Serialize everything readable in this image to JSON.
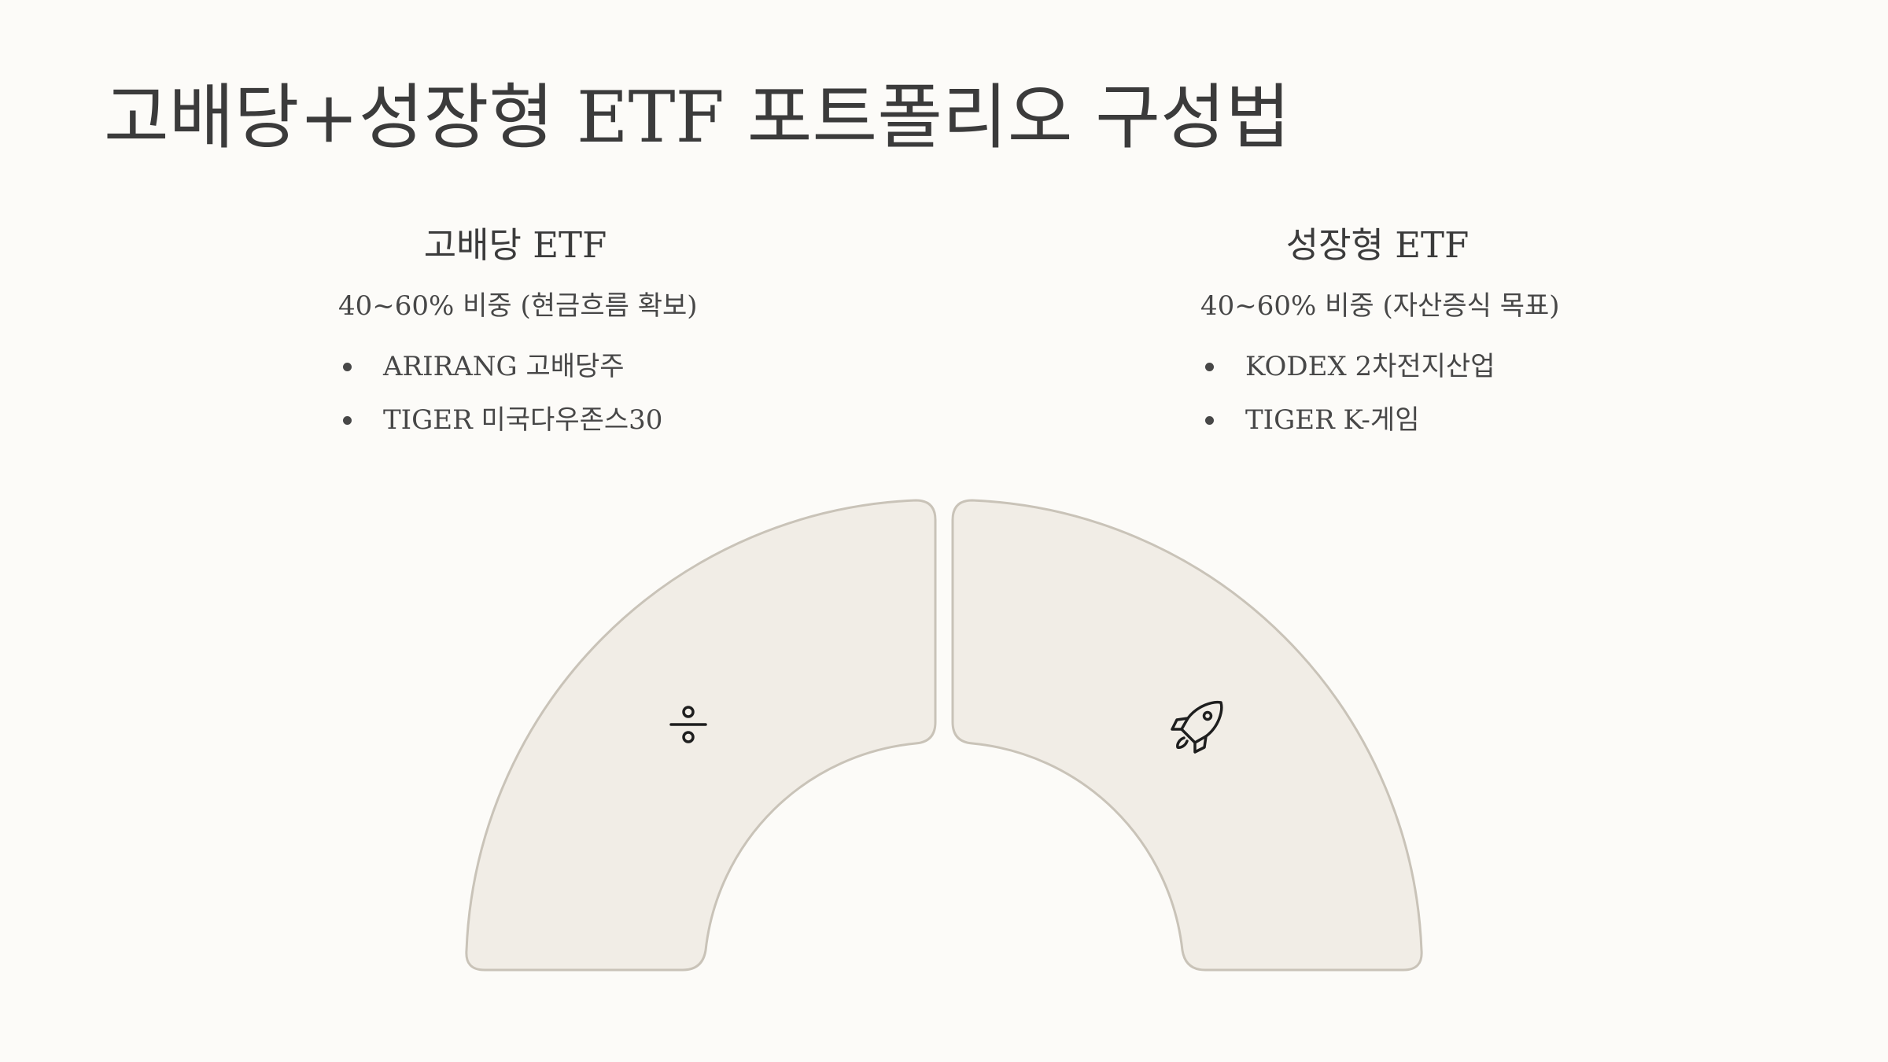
{
  "title": "고배당+성장형 ETF 포트폴리오 구성법",
  "left": {
    "heading": "고배당 ETF",
    "subtitle": "40~60% 비중 (현금흐름 확보)",
    "items": [
      "ARIRANG 고배당주",
      "TIGER 미국다우존스30"
    ],
    "icon": "divide-icon"
  },
  "right": {
    "heading": "성장형 ETF",
    "subtitle": "40~60% 비중 (자산증식 목표)",
    "items": [
      "KODEX 2차전지산업",
      "TIGER K-게임"
    ],
    "icon": "rocket-icon"
  },
  "colors": {
    "background": "#fcfbf8",
    "segment_fill": "#f1ede6",
    "segment_stroke": "#c9c3b8",
    "text": "#3b3b3b"
  }
}
